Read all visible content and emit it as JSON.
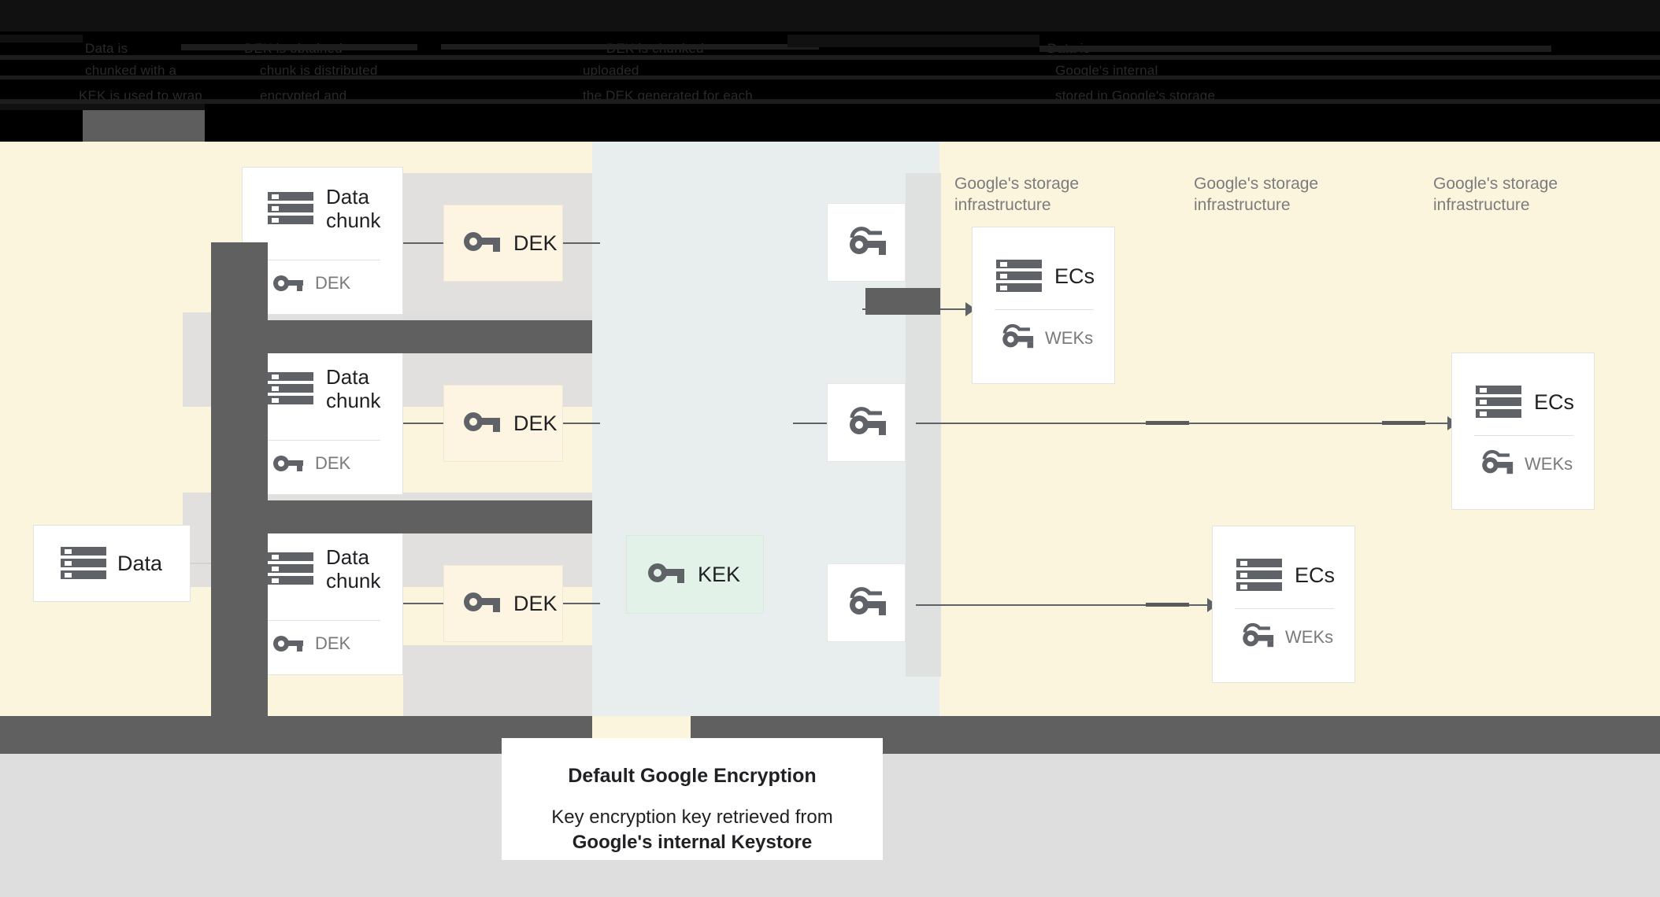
{
  "top_banner": {
    "note": "obscured-dark-text",
    "lines": [
      "Data is",
      "DEK is obtained",
      "DEK is chunked",
      "Data is",
      "chunked with a",
      "chunk is distributed",
      "uploaded",
      "Google's internal",
      "KEK is used to wrap",
      "encrypted and",
      "the DEK generated for each",
      "stored in Google's storage"
    ]
  },
  "diagram": {
    "data_box": {
      "label": "Data",
      "icon": "server-icon"
    },
    "chunks": [
      {
        "title": "Data\nchunk",
        "key_label": "DEK",
        "icon": "server-icon",
        "key_icon": "key-icon"
      },
      {
        "title": "Data\nchunk",
        "key_label": "DEK",
        "icon": "server-icon",
        "key_icon": "key-icon"
      },
      {
        "title": "Data\nchunk",
        "key_label": "DEK",
        "icon": "server-icon",
        "key_icon": "key-icon"
      }
    ],
    "deks": [
      {
        "label": "DEK",
        "icon": "key-icon"
      },
      {
        "label": "DEK",
        "icon": "key-icon"
      },
      {
        "label": "DEK",
        "icon": "key-icon"
      }
    ],
    "kek": {
      "label": "KEK",
      "icon": "key-icon"
    },
    "wrapped_keys": [
      {
        "icon": "wrapped-key-icon"
      },
      {
        "icon": "wrapped-key-icon"
      },
      {
        "icon": "wrapped-key-icon"
      }
    ],
    "storage_labels": [
      "Google's storage\ninfrastructure",
      "Google's storage\ninfrastructure",
      "Google's storage\ninfrastructure"
    ],
    "ec_cards": [
      {
        "title": "ECs",
        "key_label": "WEKs",
        "icon": "server-icon",
        "key_icon": "wrapped-key-icon"
      },
      {
        "title": "ECs",
        "key_label": "WEKs",
        "icon": "server-icon",
        "key_icon": "wrapped-key-icon"
      },
      {
        "title": "ECs",
        "key_label": "WEKs",
        "icon": "server-icon",
        "key_icon": "wrapped-key-icon"
      }
    ]
  },
  "caption": {
    "title": "Default Google Encryption",
    "subtitle_line1": "Key encryption key retrieved from",
    "subtitle_line2": "Google's internal Keystore"
  },
  "colors": {
    "canvas_cream": "#FBF5DE",
    "middle_column": "#E8EDEE",
    "dek_fill": "#FDF5E1",
    "kek_fill": "#E2F2E9",
    "redaction_gray": "#606060",
    "footer_gray": "#DEDEDE",
    "text_dark": "#202124",
    "text_gray": "#7A7A7A",
    "line_gray": "#5F6368"
  }
}
